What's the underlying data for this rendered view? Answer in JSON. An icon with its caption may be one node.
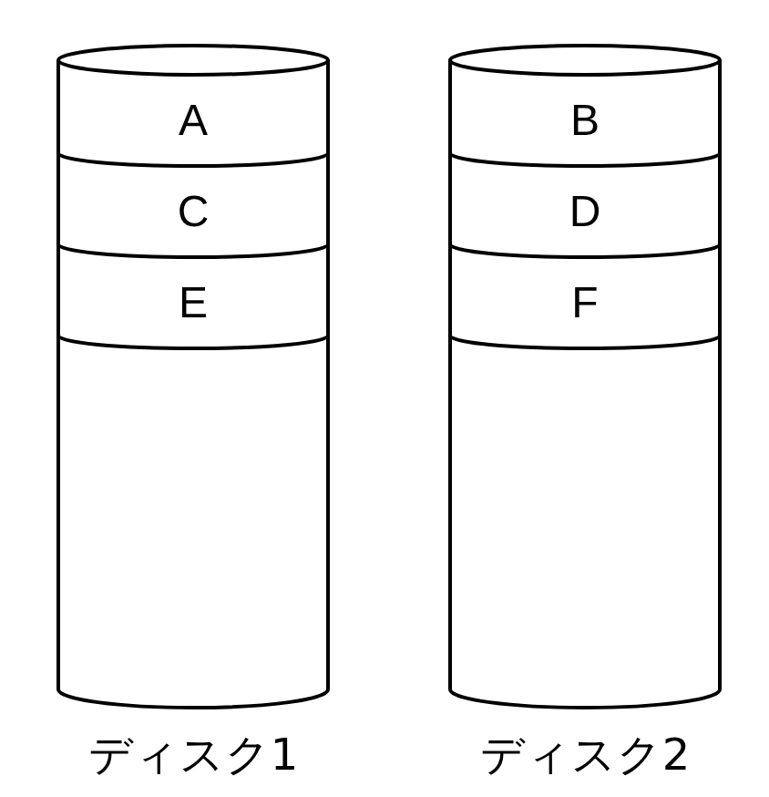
{
  "diagram": {
    "nodes": [
      {
        "text": [
          "ディスク1"
        ]
      },
      {
        "text": [
          "A"
        ],
        "in": 0
      },
      {
        "text": [
          "C"
        ],
        "in": 0
      },
      {
        "text": [
          "E"
        ],
        "in": 0
      },
      {
        "text": [
          "ディスク2"
        ]
      },
      {
        "text": [
          "B"
        ],
        "in": 4
      },
      {
        "text": [
          "D"
        ],
        "in": 4
      },
      {
        "text": [
          "F"
        ],
        "in": 4
      }
    ]
  }
}
